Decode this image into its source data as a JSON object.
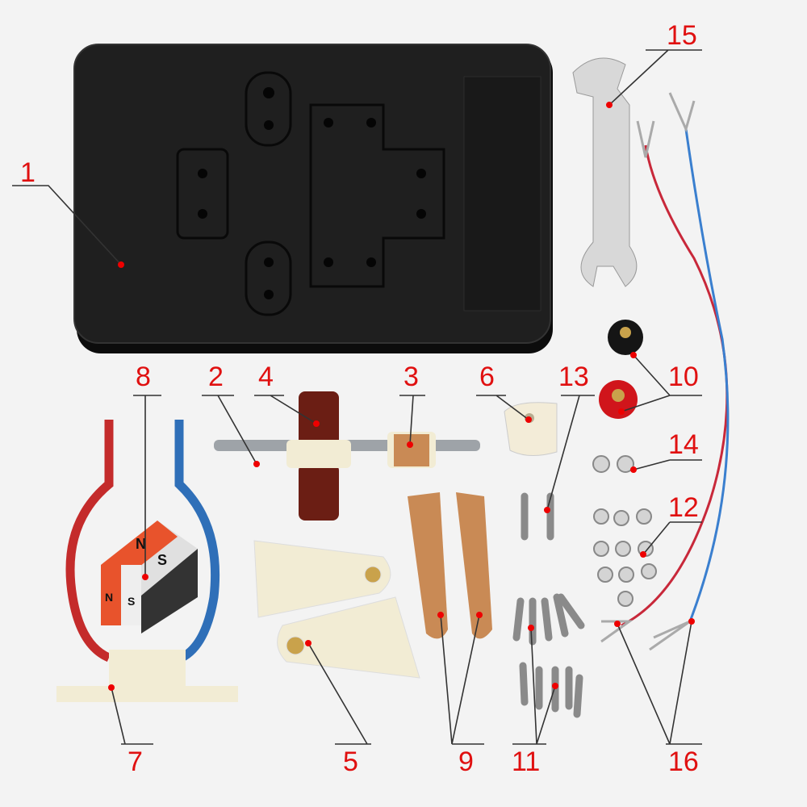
{
  "callouts": {
    "base_plate": "1",
    "shaft": "2",
    "commutator": "3",
    "armature_coil": "4",
    "bearing_brackets": "5",
    "bushing": "6",
    "magnet_holder": "7",
    "magnet": "8",
    "brushes": "9",
    "terminal_knobs": "10",
    "long_screws": "11",
    "nuts": "12",
    "short_screws": "13",
    "small_nuts": "14",
    "wrench": "15",
    "wires": "16"
  },
  "magnet_text": {
    "n": "N",
    "s": "S",
    "n2": "N",
    "s2": "S"
  },
  "colors": {
    "label": "#e01010",
    "base": "#1c1c1c",
    "copper": "#c98a55",
    "plastic": "#f2ecd4",
    "red_wire": "#c8283a",
    "blue_wire": "#3a7fcf"
  }
}
